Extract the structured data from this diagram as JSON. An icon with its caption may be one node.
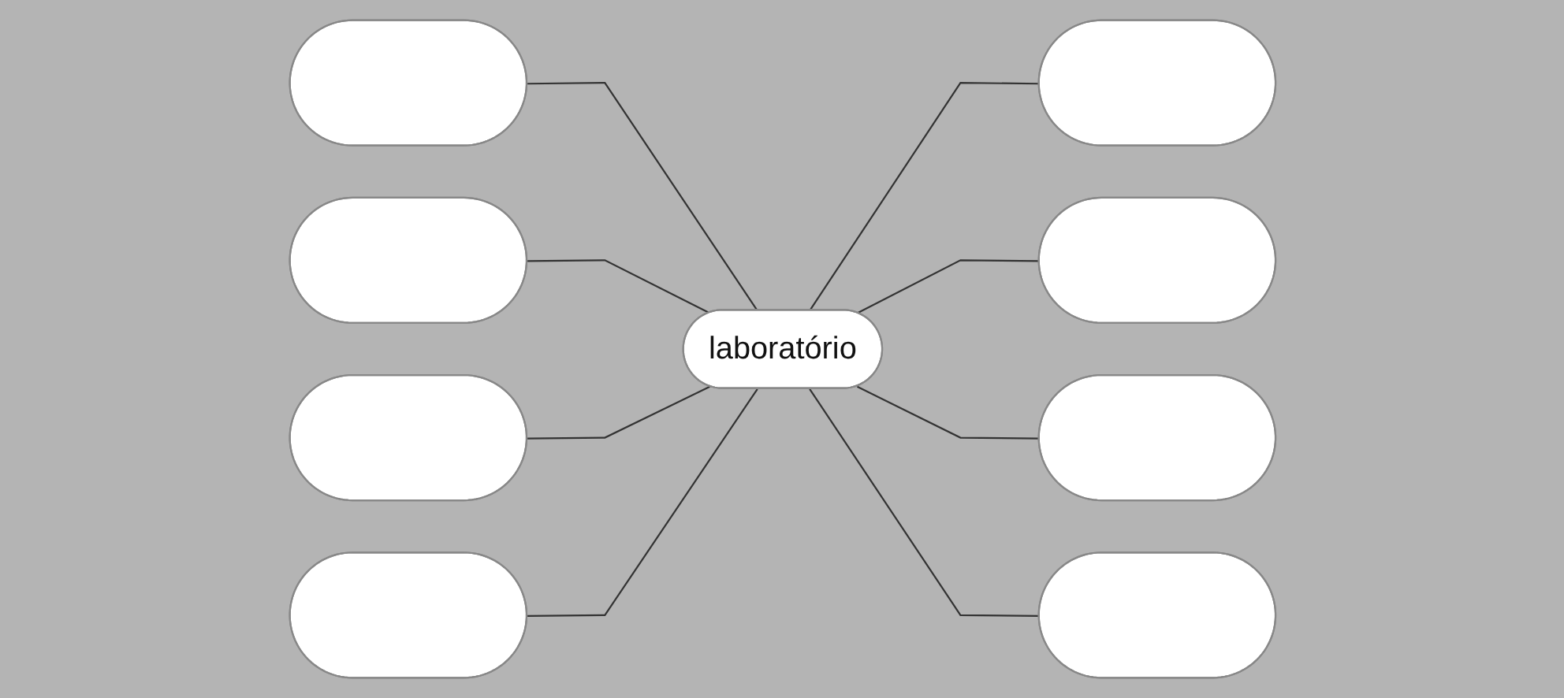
{
  "diagram": {
    "nodes": [
      {
        "text": [],
        "shape": "ellipse"
      },
      {
        "text": [],
        "shape": "ellipse"
      },
      {
        "text": [],
        "shape": "ellipse"
      },
      {
        "text": [],
        "shape": "ellipse"
      },
      {
        "text": [
          "laboratório"
        ]
      },
      {
        "text": [],
        "shape": "ellipse"
      },
      {
        "text": [],
        "shape": "ellipse"
      },
      {
        "text": [],
        "shape": "ellipse"
      },
      {
        "text": [],
        "shape": "ellipse"
      }
    ],
    "edges": [
      {
        "from": 0,
        "to": 4,
        "arrow": "none"
      },
      {
        "from": 1,
        "to": 4,
        "arrow": "none"
      },
      {
        "from": 4,
        "to": 2,
        "arrow": "none"
      },
      {
        "from": 3,
        "to": 4,
        "arrow": "none"
      },
      {
        "from": 4,
        "to": 5,
        "arrow": "none"
      },
      {
        "from": 6,
        "to": 4,
        "arrow": "none"
      },
      {
        "from": 4,
        "to": 7,
        "arrow": "none"
      },
      {
        "from": 4,
        "to": 8,
        "arrow": "none"
      }
    ]
  }
}
